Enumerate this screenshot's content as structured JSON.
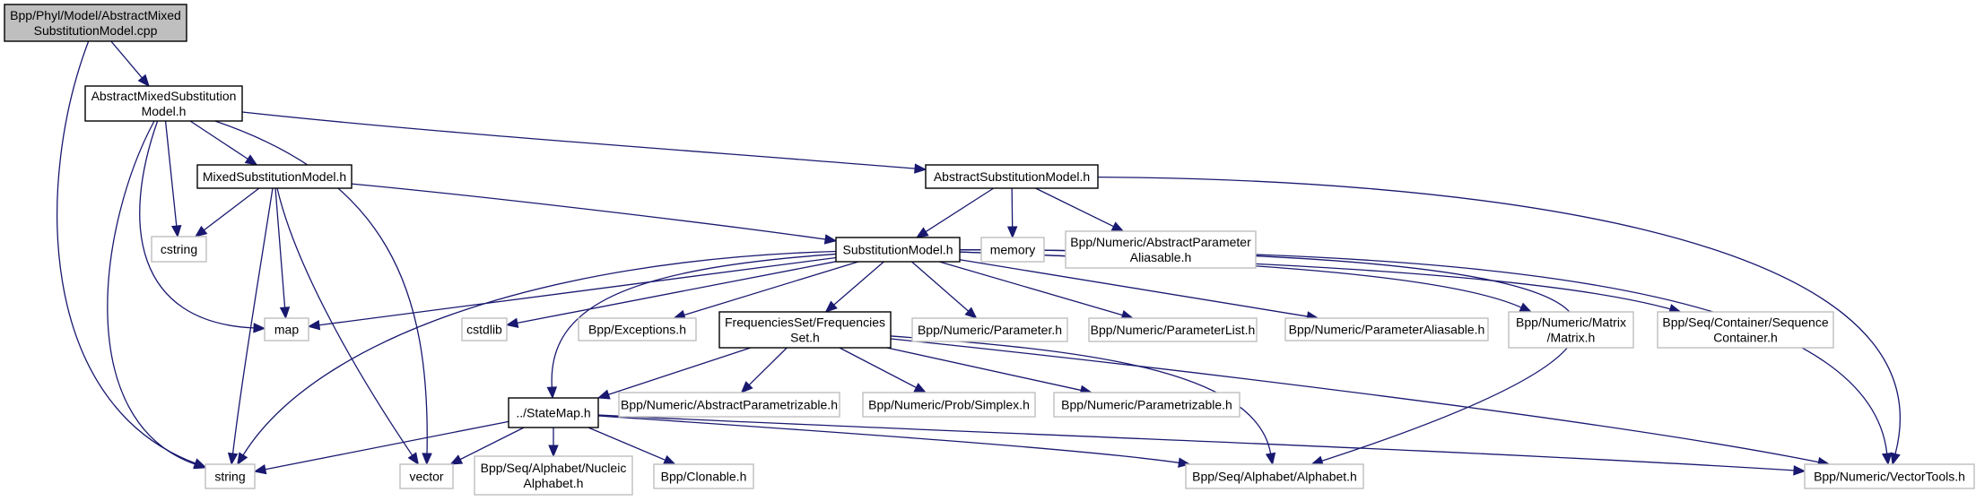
{
  "diagram": {
    "title": "Include dependency graph for AbstractMixedSubstitutionModel.cpp",
    "colors": {
      "edge": "#191970",
      "root_fill": "#bfbfbf",
      "documented_border": "#000000",
      "external_border": "#bfbfbf"
    },
    "nodes": [
      {
        "id": "cpp",
        "kind": "root",
        "lines": [
          "Bpp/Phyl/Model/AbstractMixed",
          "SubstitutionModel.cpp"
        ]
      },
      {
        "id": "amsm_h",
        "kind": "documented",
        "lines": [
          "AbstractMixedSubstitution",
          "Model.h"
        ]
      },
      {
        "id": "msm_h",
        "kind": "documented",
        "lines": [
          "MixedSubstitutionModel.h"
        ]
      },
      {
        "id": "asm_h",
        "kind": "documented",
        "lines": [
          "AbstractSubstitutionModel.h"
        ]
      },
      {
        "id": "cstring",
        "kind": "external",
        "lines": [
          "cstring"
        ]
      },
      {
        "id": "sm_h",
        "kind": "documented",
        "lines": [
          "SubstitutionModel.h"
        ]
      },
      {
        "id": "memory",
        "kind": "external",
        "lines": [
          "memory"
        ]
      },
      {
        "id": "apa_h",
        "kind": "external",
        "lines": [
          "Bpp/Numeric/AbstractParameter",
          "Aliasable.h"
        ]
      },
      {
        "id": "map",
        "kind": "external",
        "lines": [
          "map"
        ]
      },
      {
        "id": "cstdlib",
        "kind": "external",
        "lines": [
          "cstdlib"
        ]
      },
      {
        "id": "exceptions_h",
        "kind": "external",
        "lines": [
          "Bpp/Exceptions.h"
        ]
      },
      {
        "id": "fs_h",
        "kind": "documented",
        "lines": [
          "FrequenciesSet/Frequencies",
          "Set.h"
        ]
      },
      {
        "id": "parameter_h",
        "kind": "external",
        "lines": [
          "Bpp/Numeric/Parameter.h"
        ]
      },
      {
        "id": "parameterlist_h",
        "kind": "external",
        "lines": [
          "Bpp/Numeric/ParameterList.h"
        ]
      },
      {
        "id": "paramaliasable_h",
        "kind": "external",
        "lines": [
          "Bpp/Numeric/ParameterAliasable.h"
        ]
      },
      {
        "id": "matrix_h",
        "kind": "external",
        "lines": [
          "Bpp/Numeric/Matrix",
          "/Matrix.h"
        ]
      },
      {
        "id": "seqcontainer_h",
        "kind": "external",
        "lines": [
          "Bpp/Seq/Container/Sequence",
          "Container.h"
        ]
      },
      {
        "id": "statemap_h",
        "kind": "documented",
        "lines": [
          "../StateMap.h"
        ]
      },
      {
        "id": "absparametrizable_h",
        "kind": "external",
        "lines": [
          "Bpp/Numeric/AbstractParametrizable.h"
        ]
      },
      {
        "id": "simplex_h",
        "kind": "external",
        "lines": [
          "Bpp/Numeric/Prob/Simplex.h"
        ]
      },
      {
        "id": "parametrizable_h",
        "kind": "external",
        "lines": [
          "Bpp/Numeric/Parametrizable.h"
        ]
      },
      {
        "id": "string",
        "kind": "external",
        "lines": [
          "string"
        ]
      },
      {
        "id": "vector",
        "kind": "external",
        "lines": [
          "vector"
        ]
      },
      {
        "id": "nucleic_h",
        "kind": "external",
        "lines": [
          "Bpp/Seq/Alphabet/Nucleic",
          "Alphabet.h"
        ]
      },
      {
        "id": "clonable_h",
        "kind": "external",
        "lines": [
          "Bpp/Clonable.h"
        ]
      },
      {
        "id": "alphabet_h",
        "kind": "external",
        "lines": [
          "Bpp/Seq/Alphabet/Alphabet.h"
        ]
      },
      {
        "id": "vectortools_h",
        "kind": "external",
        "lines": [
          "Bpp/Numeric/VectorTools.h"
        ]
      }
    ],
    "edges": [
      {
        "from": "cpp",
        "to": "amsm_h"
      },
      {
        "from": "cpp",
        "to": "string"
      },
      {
        "from": "amsm_h",
        "to": "msm_h"
      },
      {
        "from": "amsm_h",
        "to": "asm_h"
      },
      {
        "from": "amsm_h",
        "to": "cstring"
      },
      {
        "from": "amsm_h",
        "to": "map"
      },
      {
        "from": "amsm_h",
        "to": "vector"
      },
      {
        "from": "amsm_h",
        "to": "string"
      },
      {
        "from": "msm_h",
        "to": "sm_h"
      },
      {
        "from": "msm_h",
        "to": "cstring"
      },
      {
        "from": "msm_h",
        "to": "map"
      },
      {
        "from": "msm_h",
        "to": "string"
      },
      {
        "from": "msm_h",
        "to": "vector"
      },
      {
        "from": "asm_h",
        "to": "sm_h"
      },
      {
        "from": "asm_h",
        "to": "memory"
      },
      {
        "from": "asm_h",
        "to": "apa_h"
      },
      {
        "from": "asm_h",
        "to": "vectortools_h"
      },
      {
        "from": "sm_h",
        "to": "map"
      },
      {
        "from": "sm_h",
        "to": "cstdlib"
      },
      {
        "from": "sm_h",
        "to": "exceptions_h"
      },
      {
        "from": "sm_h",
        "to": "fs_h"
      },
      {
        "from": "sm_h",
        "to": "parameter_h"
      },
      {
        "from": "sm_h",
        "to": "parameterlist_h"
      },
      {
        "from": "sm_h",
        "to": "paramaliasable_h"
      },
      {
        "from": "sm_h",
        "to": "matrix_h"
      },
      {
        "from": "sm_h",
        "to": "seqcontainer_h"
      },
      {
        "from": "sm_h",
        "to": "statemap_h"
      },
      {
        "from": "sm_h",
        "to": "string"
      },
      {
        "from": "sm_h",
        "to": "alphabet_h"
      },
      {
        "from": "sm_h",
        "to": "vectortools_h"
      },
      {
        "from": "fs_h",
        "to": "statemap_h"
      },
      {
        "from": "fs_h",
        "to": "absparametrizable_h"
      },
      {
        "from": "fs_h",
        "to": "simplex_h"
      },
      {
        "from": "fs_h",
        "to": "parametrizable_h"
      },
      {
        "from": "fs_h",
        "to": "alphabet_h"
      },
      {
        "from": "fs_h",
        "to": "vectortools_h"
      },
      {
        "from": "statemap_h",
        "to": "string"
      },
      {
        "from": "statemap_h",
        "to": "vector"
      },
      {
        "from": "statemap_h",
        "to": "nucleic_h"
      },
      {
        "from": "statemap_h",
        "to": "clonable_h"
      },
      {
        "from": "statemap_h",
        "to": "alphabet_h"
      },
      {
        "from": "statemap_h",
        "to": "vectortools_h"
      }
    ]
  }
}
